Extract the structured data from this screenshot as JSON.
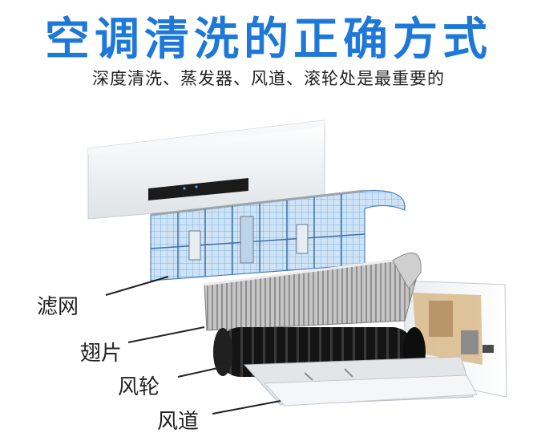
{
  "header": {
    "title": "空调清洗的正确方式",
    "subtitle": "深度清洗、蒸发器、风道、滚轮处是最重要的"
  },
  "labels": {
    "filter": "滤网",
    "fins": "翅片",
    "fan": "风轮",
    "duct": "风道"
  },
  "colors": {
    "title": "#1e78d8",
    "filter_mesh": "#6fa8dc",
    "fan": "#1a1a1a",
    "fins": "#a7a7a7"
  }
}
